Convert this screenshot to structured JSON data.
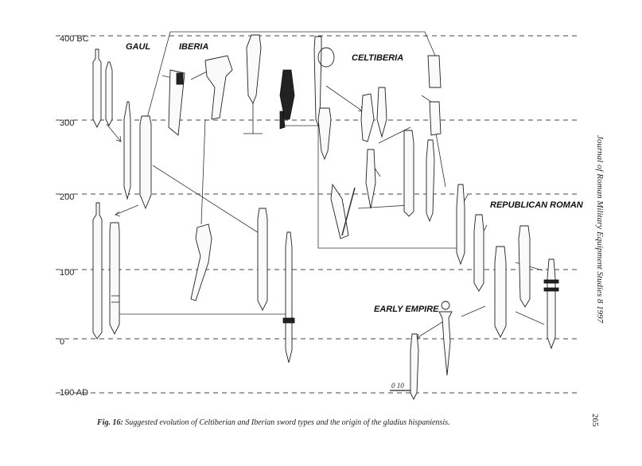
{
  "timeline": {
    "labels": [
      "400 BC",
      "300",
      "200",
      "100",
      "0",
      "100 AD"
    ]
  },
  "regions": {
    "gaul": "GAUL",
    "iberia": "IBERIA",
    "celtiberia": "CELTIBERIA",
    "republican_roman": "REPUBLICAN ROMAN",
    "early_empire": "EARLY EMPIRE"
  },
  "scale_bar": {
    "label": "0   10"
  },
  "caption": {
    "label": "Fig. 16:",
    "text": "Suggested evolution of Celtiberian and Iberian sword types and the origin of the gladius hispaniensis."
  },
  "sidebar": {
    "journal": "Journal of Roman Military Equipment Studies 8 1997",
    "page_number": "265"
  },
  "colors": {
    "ink": "#222222",
    "paper": "#ffffff"
  }
}
